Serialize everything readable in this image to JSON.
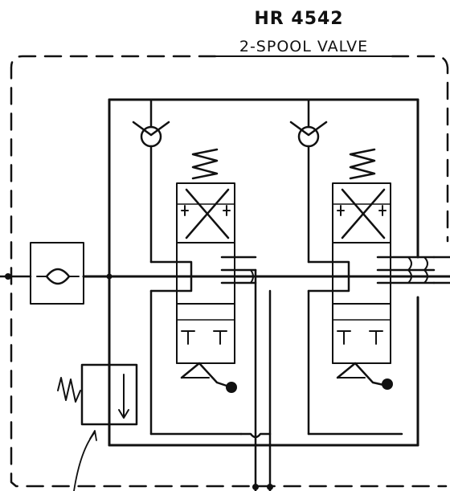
{
  "title": {
    "part_number": "HR 4542",
    "description": "2-SPOOL VALVE"
  },
  "icons": {
    "check_valve": "check-valve-symbol",
    "spool": "directional-spool-symbol",
    "spring": "return-spring-symbol",
    "relief": "relief-valve-symbol",
    "pump": "pump-symbol"
  },
  "colors": {
    "ink": "#111111",
    "paper": "#ffffff"
  }
}
